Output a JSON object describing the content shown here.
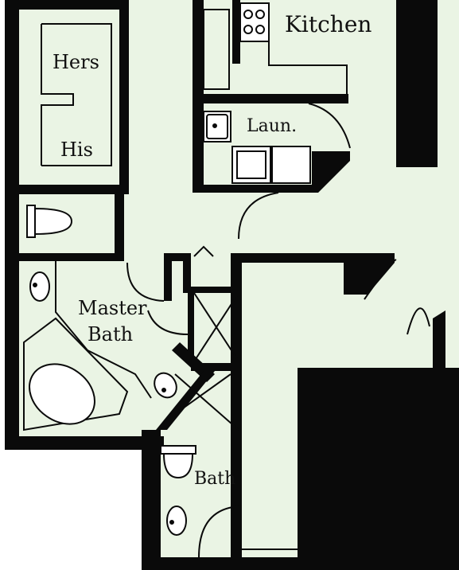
{
  "rooms": {
    "kitchen": "Kitchen",
    "laundry": "Laun.",
    "hers": "Hers",
    "his": "His",
    "master_bath_line1": "Master",
    "master_bath_line2": "Bath",
    "bath": "Bath"
  },
  "colors": {
    "floor": "#eaf4e4",
    "wall": "#0a0a0a",
    "fixture": "#ffffff",
    "background": "#ffffff"
  },
  "fixtures": {
    "stove_icon": "cooktop-icon",
    "sink_icon": "sink-icon",
    "toilet_icon": "toilet-icon",
    "tub_icon": "bathtub-icon",
    "washer_icon": "washer-icon",
    "dryer_icon": "dryer-icon"
  }
}
